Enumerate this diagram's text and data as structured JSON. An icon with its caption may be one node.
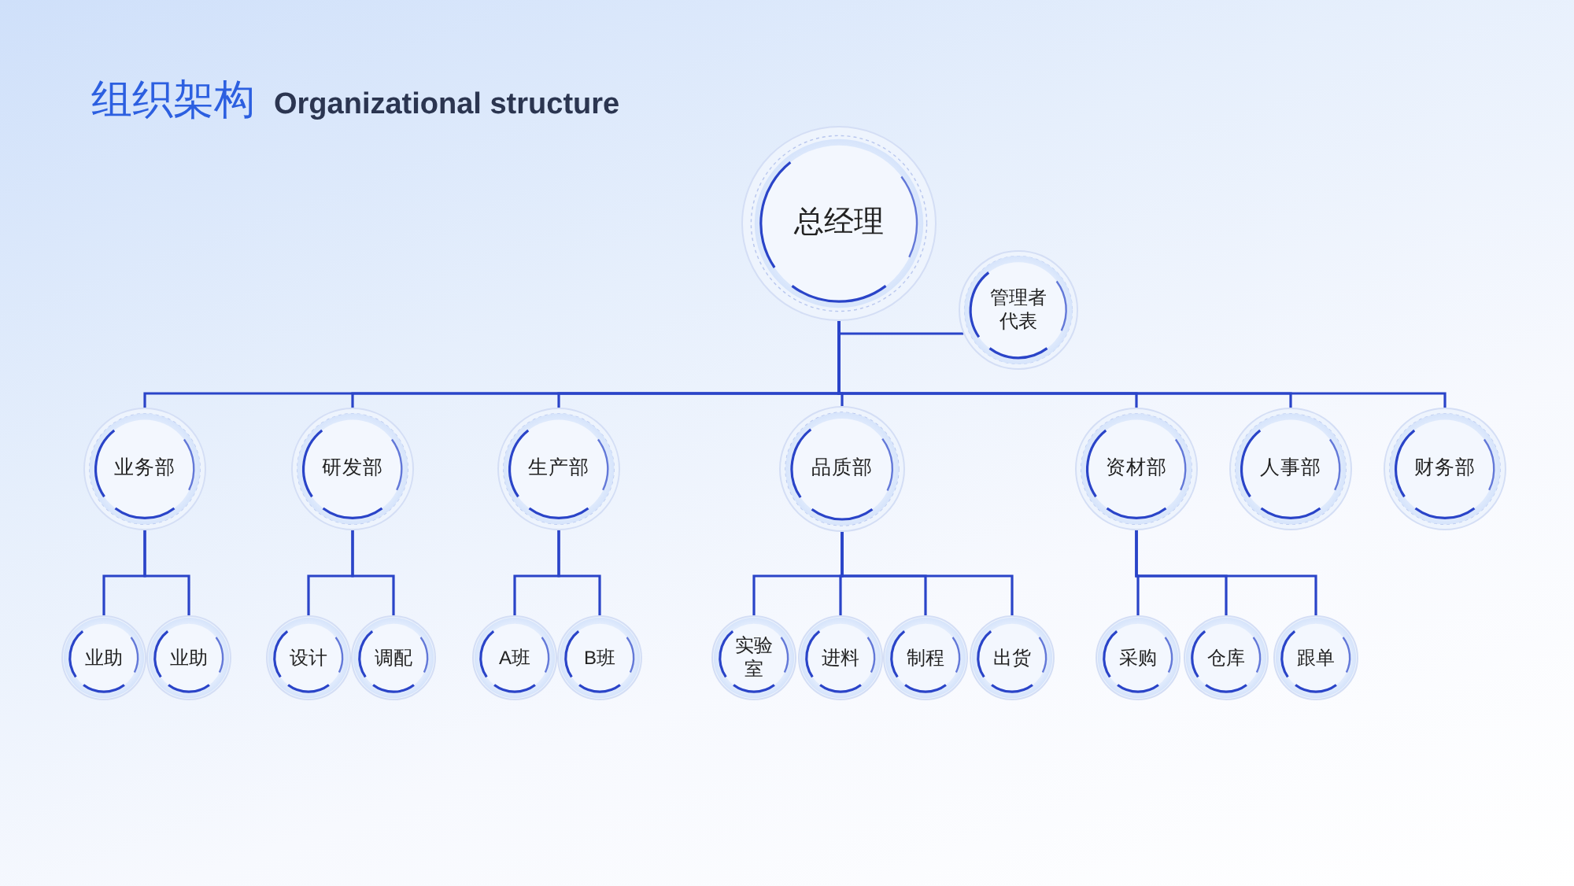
{
  "diagram": {
    "title": "组织架构",
    "nodes": [
      {
        "text": [
          "总经理"
        ]
      },
      {
        "text": [
          "管理者代表"
        ]
      },
      {
        "text": [
          "业务部"
        ]
      },
      {
        "text": [
          "研发部"
        ]
      },
      {
        "text": [
          "生产部"
        ]
      },
      {
        "text": [
          "品质部"
        ]
      },
      {
        "text": [
          "资材部"
        ]
      },
      {
        "text": [
          "人事部"
        ]
      },
      {
        "text": [
          "财务部"
        ]
      },
      {
        "text": [
          "业助"
        ]
      },
      {
        "text": [
          "业助"
        ]
      },
      {
        "text": [
          "设计"
        ]
      },
      {
        "text": [
          "调配"
        ]
      },
      {
        "text": [
          "A班"
        ]
      },
      {
        "text": [
          "B班"
        ]
      },
      {
        "text": [
          "实验室"
        ]
      },
      {
        "text": [
          "进料"
        ]
      },
      {
        "text": [
          "制程"
        ]
      },
      {
        "text": [
          "出货"
        ]
      },
      {
        "text": [
          "采购"
        ]
      },
      {
        "text": [
          "仓库"
        ]
      },
      {
        "text": [
          "跟单"
        ]
      }
    ],
    "edges": [
      {
        "from": 0,
        "to": 1,
        "arrow": "none"
      },
      {
        "from": 0,
        "to": 2,
        "arrow": "none"
      },
      {
        "from": 0,
        "to": 3,
        "arrow": "none"
      },
      {
        "from": 0,
        "to": 4,
        "arrow": "none"
      },
      {
        "from": 0,
        "to": 5,
        "arrow": "none"
      },
      {
        "from": 0,
        "to": 6,
        "arrow": "none"
      },
      {
        "from": 0,
        "to": 7,
        "arrow": "none"
      },
      {
        "from": 0,
        "to": 8,
        "arrow": "none"
      },
      {
        "from": 2,
        "to": 9,
        "arrow": "none"
      },
      {
        "from": 2,
        "to": 10,
        "arrow": "none"
      },
      {
        "from": 3,
        "to": 11,
        "arrow": "none"
      },
      {
        "from": 3,
        "to": 12,
        "arrow": "none"
      },
      {
        "from": 4,
        "to": 13,
        "arrow": "none"
      },
      {
        "from": 4,
        "to": 14,
        "arrow": "none"
      },
      {
        "from": 5,
        "to": 15,
        "arrow": "none"
      },
      {
        "from": 5,
        "to": 16,
        "arrow": "none"
      },
      {
        "from": 5,
        "to": 17,
        "arrow": "none"
      },
      {
        "from": 5,
        "to": 18,
        "arrow": "none"
      },
      {
        "from": 6,
        "to": 19,
        "arrow": "none"
      },
      {
        "from": 6,
        "to": 20,
        "arrow": "none"
      },
      {
        "from": 6,
        "to": 21,
        "arrow": "none"
      }
    ],
    "labels": [
      "Organizational structure"
    ]
  }
}
